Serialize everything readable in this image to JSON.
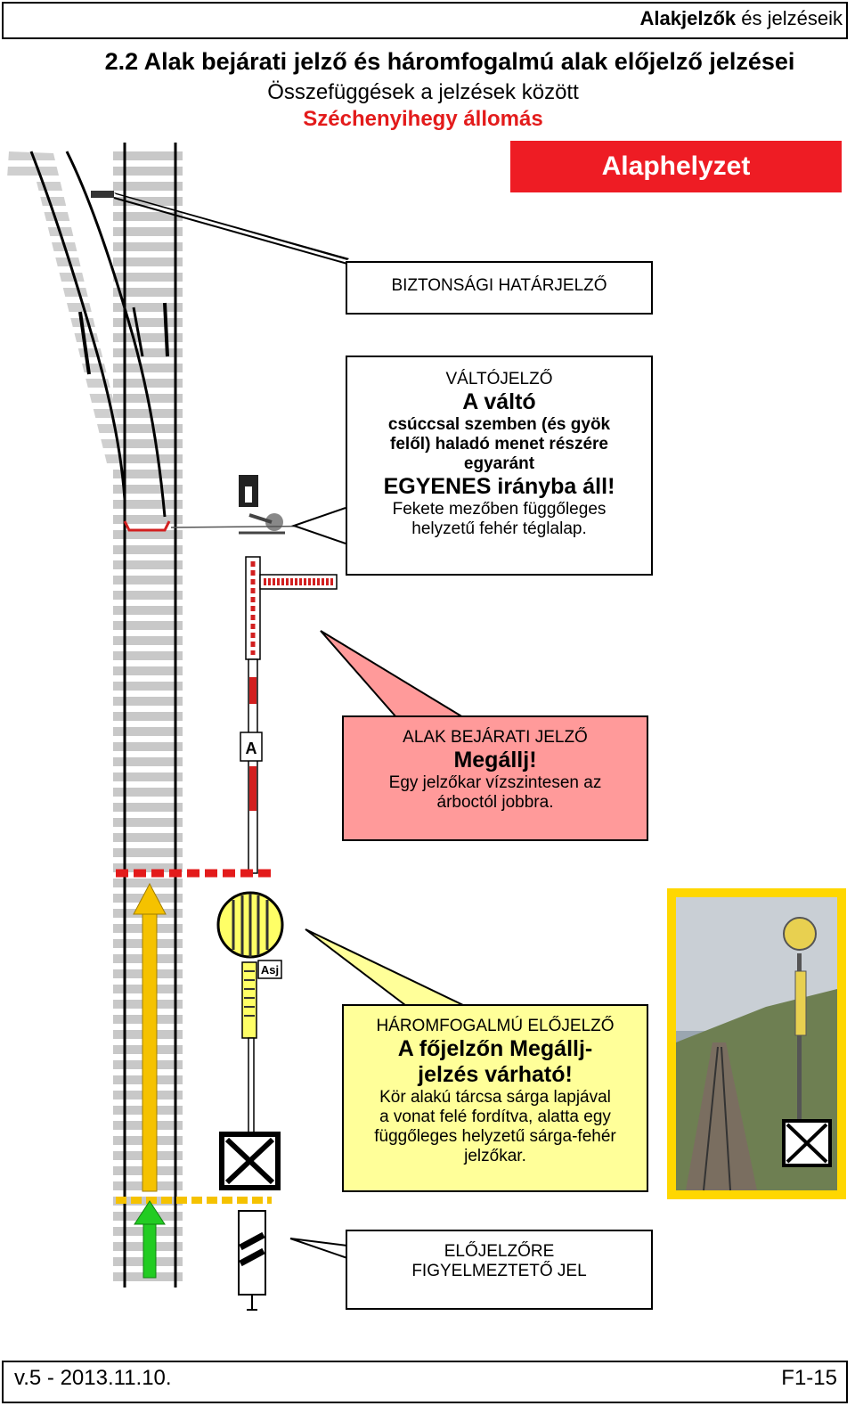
{
  "header": {
    "title_bold": "Alakjelzők",
    "title_rest": " és jelzéseik"
  },
  "heading": {
    "title": "2.2 Alak bejárati jelző és háromfogalmú alak előjelző jelzései",
    "subtitle": "Összefüggések a jelzések között",
    "station": "Széchenyihegy állomás"
  },
  "state_label": "Alaphelyzet",
  "callouts": {
    "safety": {
      "label": "BIZTONSÁGI HATÁRJELZŐ"
    },
    "switch": {
      "label": "VÁLTÓJELZŐ",
      "name": "A váltó",
      "desc_bold": [
        "csúccsal szemben (és gyök",
        "felől) haladó menet részére",
        "egyaránt"
      ],
      "state": "EGYENES irányba áll!",
      "desc": [
        "Fekete mezőben függőleges",
        "helyzetű fehér téglalap."
      ]
    },
    "home_signal": {
      "label": "ALAK BEJÁRATI JELZŐ",
      "aspect": "Megállj!",
      "desc": [
        "Egy jelzőkar vízszintesen az",
        "árboctól jobbra."
      ]
    },
    "distant_signal": {
      "label": "HÁROMFOGALMÚ ELŐJELZŐ",
      "aspect": [
        "A főjelzőn Megállj-",
        "jelzés várható!"
      ],
      "desc": [
        "Kör alakú tárcsa sárga lapjával",
        "a vonat felé fordítva, alatta egy",
        "függőleges helyzetű sárga-fehér",
        "jelzőkar."
      ]
    },
    "warning": {
      "label": [
        "ELŐJELZŐRE",
        "FIGYELMEZTETŐ JEL"
      ]
    }
  },
  "signal_plates": {
    "home": "A",
    "distant": "Asj"
  },
  "colors": {
    "red": "#ee1c24",
    "pink": "#ff9a9a",
    "yellow": "#ffff99",
    "arrow_yellow": "#f5c200",
    "arrow_green": "#22cc22"
  },
  "footer": {
    "version": "v.5 - 2013.11.10.",
    "page": "F1-15"
  }
}
